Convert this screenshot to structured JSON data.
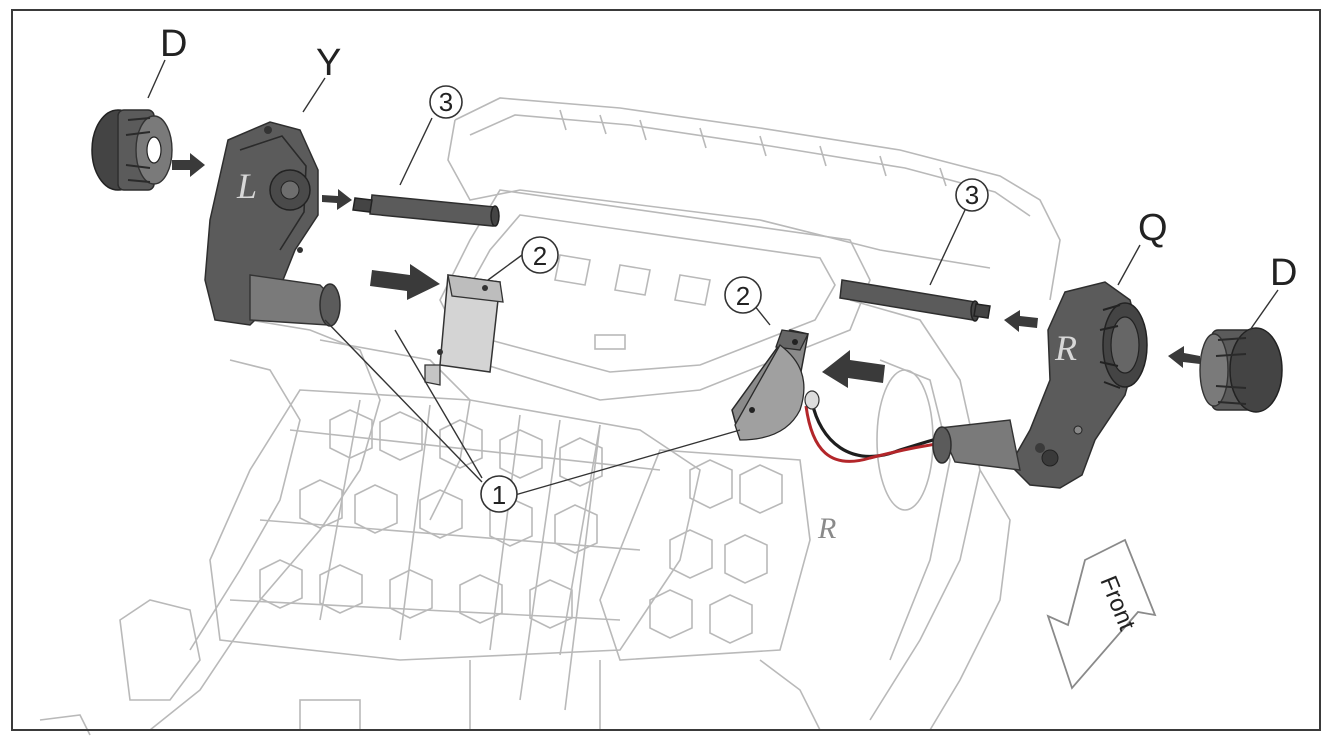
{
  "labels": {
    "wheel_left": "D",
    "wheel_right": "D",
    "gearbox_left": "Y",
    "gearbox_right": "Q",
    "gearbox_left_side": "L",
    "gearbox_right_side": "R",
    "case_side": "R",
    "callout_1": "1",
    "callout_2": "2",
    "callout_3": "3",
    "direction": "Front"
  },
  "colors": {
    "outline": "#b9b9b9",
    "part_dark": "#5b5b5b",
    "wire_red": "#b3262a",
    "wire_black": "#1e1e1e"
  }
}
